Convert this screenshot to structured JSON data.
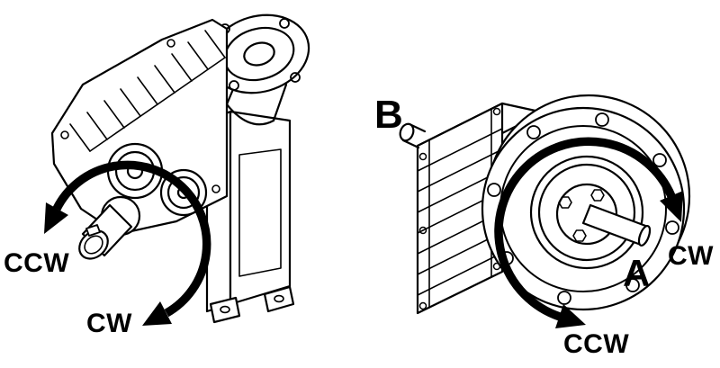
{
  "colors": {
    "line": "#000000",
    "background": "#ffffff"
  },
  "left_unit": {
    "ccw_label": "CCW",
    "cw_label": "CW"
  },
  "right_unit": {
    "b_label": "B",
    "a_label": "A",
    "cw_label": "CW",
    "ccw_label": "CCW"
  }
}
